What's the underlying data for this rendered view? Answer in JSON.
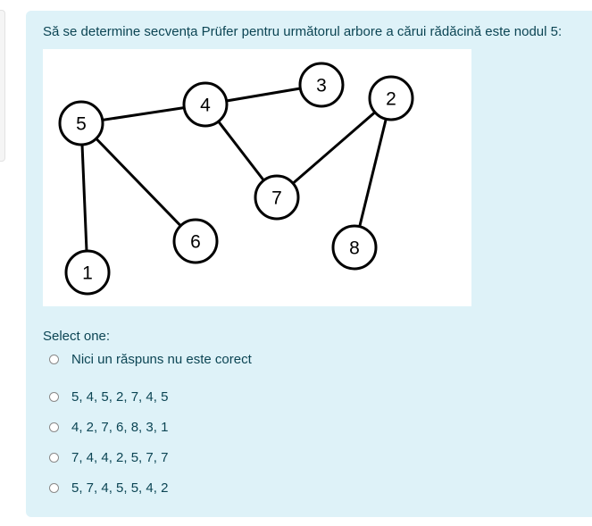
{
  "question": {
    "text": "Să se determine secvența Prüfer pentru următorul arbore a cărui rădăcină este nodul 5:"
  },
  "graph": {
    "nodes": [
      {
        "label": "5"
      },
      {
        "label": "4"
      },
      {
        "label": "3"
      },
      {
        "label": "2"
      },
      {
        "label": "7"
      },
      {
        "label": "6"
      },
      {
        "label": "8"
      },
      {
        "label": "1"
      }
    ],
    "edges": [
      [
        "5",
        "4"
      ],
      [
        "4",
        "3"
      ],
      [
        "4",
        "7"
      ],
      [
        "7",
        "2"
      ],
      [
        "2",
        "8"
      ],
      [
        "5",
        "6"
      ],
      [
        "5",
        "1"
      ]
    ]
  },
  "answer": {
    "prompt": "Select one:",
    "options": [
      "Nici un răspuns nu este corect",
      "5, 4, 5, 2, 7, 4, 5",
      "4, 2, 7, 6, 8, 3, 1",
      "7, 4, 4, 2, 5, 7, 7",
      "5, 7, 4, 5, 5, 4, 2"
    ]
  },
  "colors": {
    "panel_bg": "#def2f8",
    "text": "#0c4554",
    "graph_stroke": "#000000"
  }
}
